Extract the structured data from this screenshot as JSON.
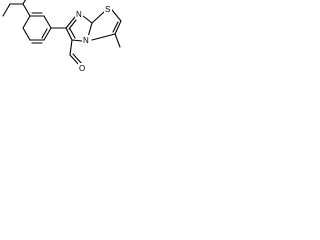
{
  "molecule": {
    "atoms": {
      "ring_nitrogen": "N",
      "bridgehead_nitrogen": "N",
      "sulfur": "S",
      "aldehyde_oxygen": "O"
    },
    "colors": {
      "bond": "#000000",
      "label": "#000000",
      "background": "#ffffff"
    }
  }
}
